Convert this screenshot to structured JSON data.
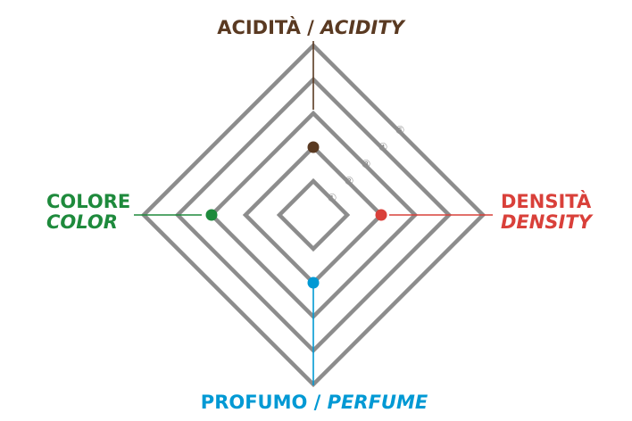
{
  "chart_data": {
    "type": "radar",
    "scale": {
      "min": 0,
      "max": 5,
      "rings": [
        1,
        2,
        3,
        4,
        5
      ],
      "ring_labels": [
        "①",
        "②",
        "③",
        "④",
        "⑤"
      ]
    },
    "axes": [
      {
        "key": "acidity",
        "label_main": "ACIDITÀ / ",
        "label_alt": "ACIDITY",
        "direction": "top",
        "value": 2,
        "color": "#5a3a22"
      },
      {
        "key": "density",
        "label_main": "DENSITÀ",
        "label_alt": "DENSITY",
        "direction": "right",
        "value": 2,
        "color": "#d9403a"
      },
      {
        "key": "perfume",
        "label_main": "PROFUMO / ",
        "label_alt": "PERFUME",
        "direction": "bottom",
        "value": 2,
        "color": "#0099d4"
      },
      {
        "key": "color",
        "label_main": "COLORE",
        "label_alt": "COLOR",
        "direction": "left",
        "value": 3,
        "color": "#1e8a3c"
      }
    ],
    "grid_color": "#8c8c8c"
  }
}
